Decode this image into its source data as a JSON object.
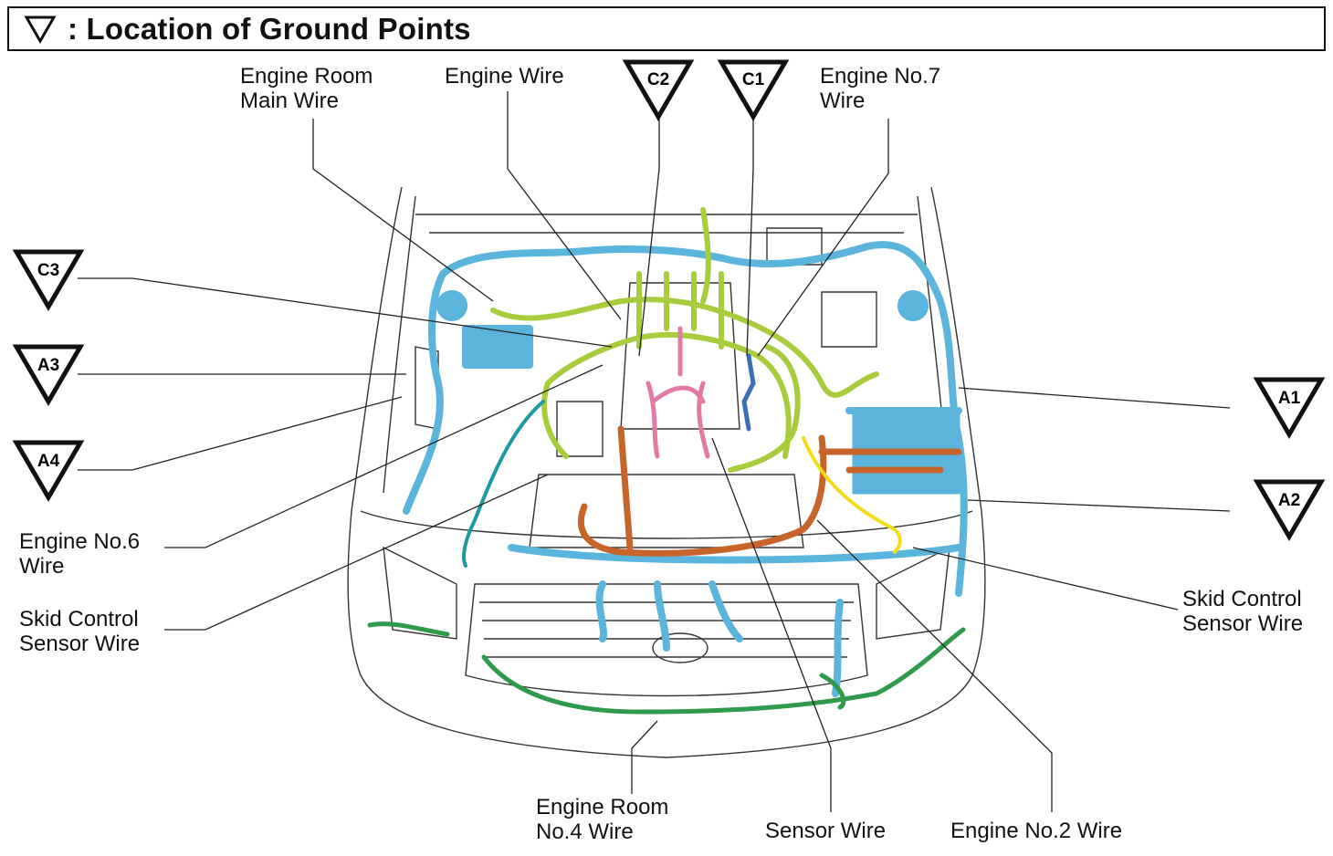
{
  "header": {
    "symbol": "▽",
    "title": ": Location of Ground Points"
  },
  "labels": {
    "engine_room_main_wire": [
      "Engine Room",
      "Main Wire"
    ],
    "engine_wire": [
      "Engine Wire"
    ],
    "engine_no7_wire": [
      "Engine No.7",
      "Wire"
    ],
    "engine_no6_wire": [
      "Engine No.6",
      "Wire"
    ],
    "skid_control_sensor_wire_left": [
      "Skid Control",
      "Sensor Wire"
    ],
    "skid_control_sensor_wire_right": [
      "Skid Control",
      "Sensor Wire"
    ],
    "engine_room_no4_wire": [
      "Engine Room",
      "No.4 Wire"
    ],
    "sensor_wire": [
      "Sensor Wire"
    ],
    "engine_no2_wire": [
      "Engine No.2 Wire"
    ]
  },
  "ground_points": [
    "C2",
    "C1",
    "C3",
    "A3",
    "A4",
    "A1",
    "A2"
  ],
  "colors": {
    "blue_wire": "#5ab4dc",
    "lime_wire": "#a8cc3c",
    "orange_wire": "#c8642a",
    "pink_wire": "#e27aa6",
    "green_wire": "#2e9a4a",
    "yellow_wire": "#f2dc20",
    "navy_wire": "#3a6fb8",
    "teal_wire": "#1d9aa0",
    "outline": "#222222"
  }
}
